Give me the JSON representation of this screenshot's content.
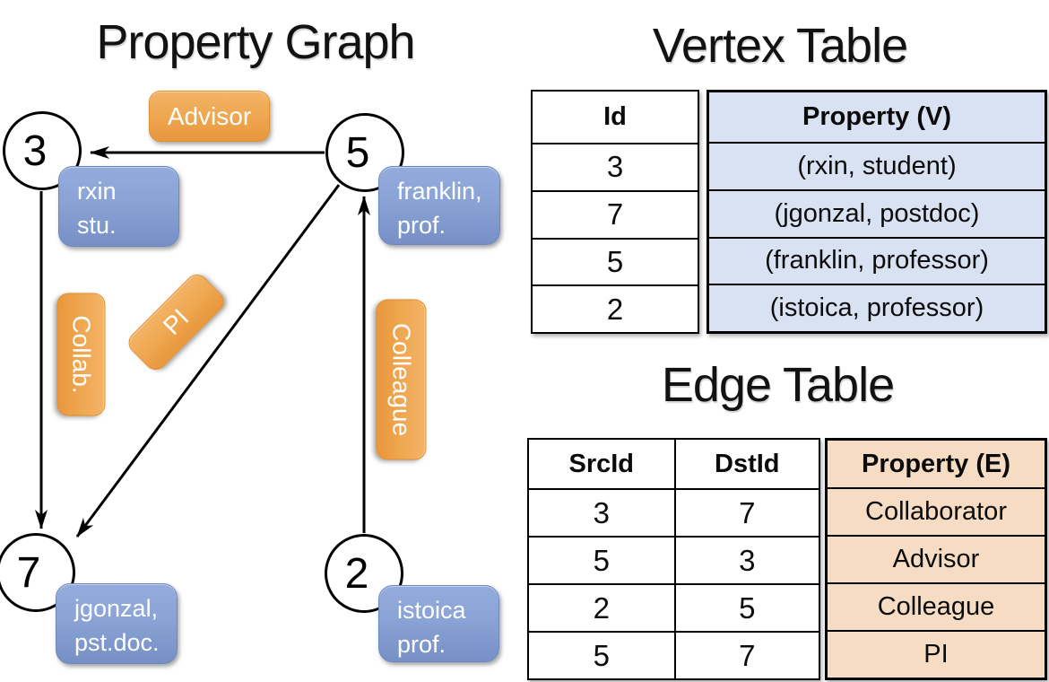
{
  "titles": {
    "property_graph": "Property Graph",
    "vertex_table": "Vertex Table",
    "edge_table": "Edge Table"
  },
  "graph": {
    "nodes": [
      {
        "id": "3",
        "property_lines": [
          "rxin",
          "stu."
        ]
      },
      {
        "id": "5",
        "property_lines": [
          "franklin,",
          "prof."
        ]
      },
      {
        "id": "7",
        "property_lines": [
          "jgonzal,",
          "pst.doc."
        ]
      },
      {
        "id": "2",
        "property_lines": [
          "istoica",
          "prof."
        ]
      }
    ],
    "edges": [
      {
        "src": "5",
        "dst": "3",
        "label": "Advisor"
      },
      {
        "src": "3",
        "dst": "7",
        "label": "Collab."
      },
      {
        "src": "5",
        "dst": "7",
        "label": "PI"
      },
      {
        "src": "2",
        "dst": "5",
        "label": "Colleague"
      }
    ],
    "edge_labels": {
      "advisor": "Advisor",
      "collab": "Collab.",
      "pi": "PI",
      "colleague": "Colleague"
    }
  },
  "vertex_table": {
    "columns": [
      "Id",
      "Property (V)"
    ],
    "rows": [
      [
        "3",
        "(rxin, student)"
      ],
      [
        "7",
        "(jgonzal, postdoc)"
      ],
      [
        "5",
        "(franklin, professor)"
      ],
      [
        "2",
        "(istoica, professor)"
      ]
    ]
  },
  "edge_table": {
    "columns": [
      "SrcId",
      "DstId",
      "Property (E)"
    ],
    "rows": [
      [
        "3",
        "7",
        "Collaborator"
      ],
      [
        "5",
        "3",
        "Advisor"
      ],
      [
        "2",
        "5",
        "Colleague"
      ],
      [
        "5",
        "7",
        "PI"
      ]
    ]
  },
  "colors": {
    "node_fill": "#ffffff",
    "node_border": "#000000",
    "edge_label_orange": "#efa751",
    "vertex_box_blue": "#8aa3d6",
    "vertex_cell_fill": "#d9e2f3",
    "edge_cell_fill": "#f5dcc3",
    "table_border": "#000000",
    "label_text": "#ffffff"
  }
}
